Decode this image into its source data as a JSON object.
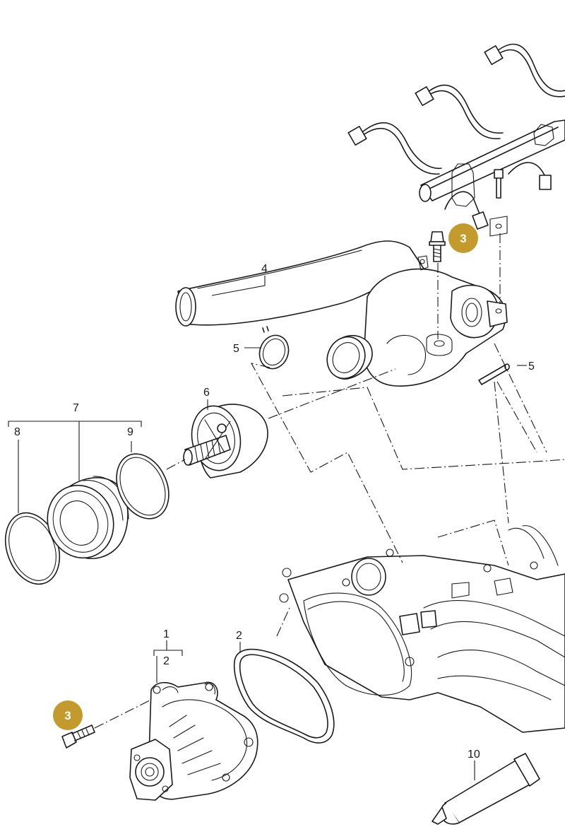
{
  "callouts": {
    "p1": "1",
    "p2a": "2",
    "p2b": "2",
    "p3a": "3",
    "p3b": "3",
    "p4": "4",
    "p5a": "5",
    "p5b": "5",
    "p6": "6",
    "p7": "7",
    "p8": "8",
    "p9": "9",
    "p10": "10"
  },
  "colors": {
    "badge": "#c29b2c",
    "line": "#1a1a1a",
    "background": "#ffffff"
  }
}
